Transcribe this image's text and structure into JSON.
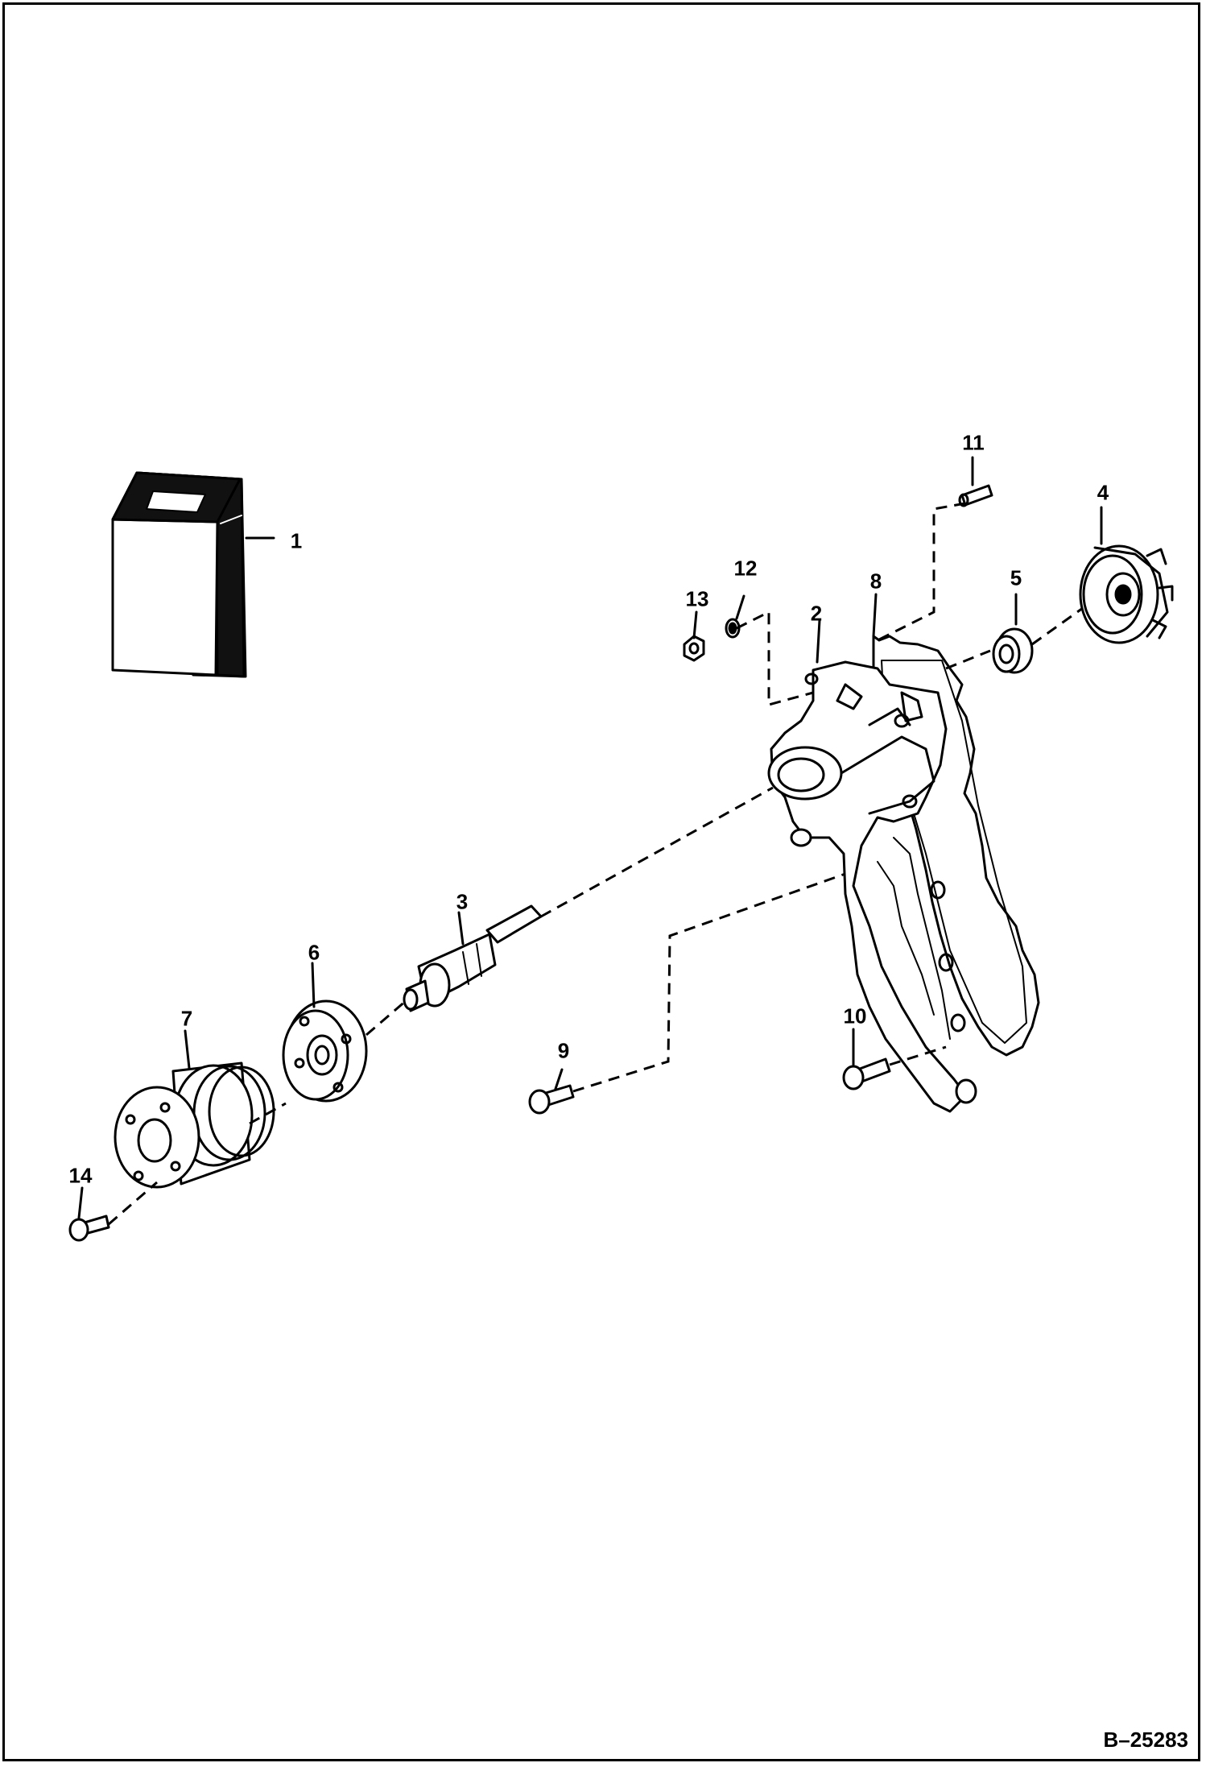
{
  "callouts": [
    {
      "id": "1",
      "text": "1"
    },
    {
      "id": "2",
      "text": "2"
    },
    {
      "id": "3",
      "text": "3"
    },
    {
      "id": "4",
      "text": "4"
    },
    {
      "id": "5",
      "text": "5"
    },
    {
      "id": "6",
      "text": "6"
    },
    {
      "id": "7",
      "text": "7"
    },
    {
      "id": "8",
      "text": "8"
    },
    {
      "id": "9",
      "text": "9"
    },
    {
      "id": "10",
      "text": "10"
    },
    {
      "id": "11",
      "text": "11"
    },
    {
      "id": "12",
      "text": "12"
    },
    {
      "id": "13",
      "text": "13"
    },
    {
      "id": "14",
      "text": "14"
    }
  ],
  "figure_ref": "B–25283"
}
